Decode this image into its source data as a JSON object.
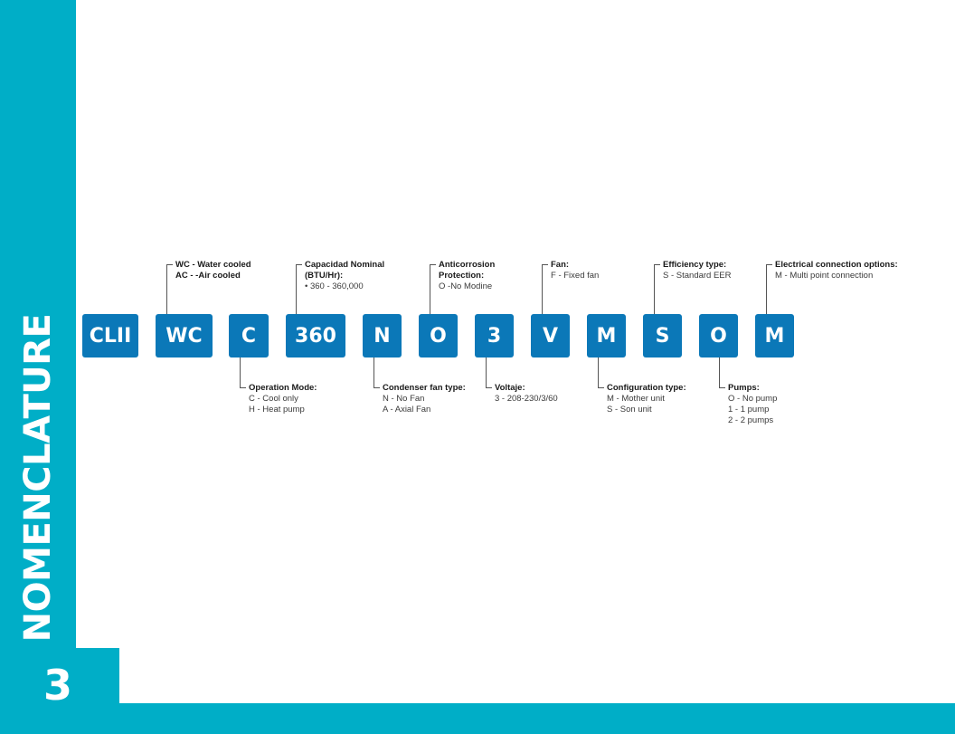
{
  "side_title": "NOMENCLATURE",
  "page_number": "3",
  "codes": [
    "CLII",
    "WC",
    "C",
    "360",
    "N",
    "O",
    "3",
    "V",
    "M",
    "S",
    "O",
    "M"
  ],
  "top_annotations": {
    "wc": {
      "lines": [
        "WC - Water cooled",
        "AC - -Air cooled"
      ]
    },
    "capacity": {
      "title": [
        "Capacidad Nominal",
        "(BTU/Hr):"
      ],
      "lines": [
        "• 360 - 360,000"
      ]
    },
    "anticorrosion": {
      "title": [
        "Anticorrosion",
        "Protection:"
      ],
      "lines": [
        "O -No Modine"
      ]
    },
    "fan": {
      "title": [
        "Fan:"
      ],
      "lines": [
        "F - Fixed fan"
      ]
    },
    "efficiency": {
      "title": [
        "Efficiency type:"
      ],
      "lines": [
        "S - Standard EER"
      ]
    },
    "electrical": {
      "title": [
        "Electrical connection options:"
      ],
      "lines": [
        "M - Multi point connection"
      ]
    }
  },
  "bottom_annotations": {
    "operation": {
      "title": "Operation Mode:",
      "lines": [
        "C - Cool only",
        "H - Heat pump"
      ]
    },
    "condenser": {
      "title": "Condenser fan type:",
      "lines": [
        "N - No Fan",
        "A - Axial Fan"
      ]
    },
    "voltaje": {
      "title": "Voltaje:",
      "lines": [
        "3 - 208-230/3/60"
      ]
    },
    "configuration": {
      "title": "Configuration type:",
      "lines": [
        "M - Mother unit",
        "S - Son unit"
      ]
    },
    "pumps": {
      "title": "Pumps:",
      "lines": [
        "O - No pump",
        "1 - 1 pump",
        "2 - 2 pumps"
      ]
    }
  },
  "colors": {
    "accent": "#00aec7",
    "box": "#0b78b8"
  }
}
